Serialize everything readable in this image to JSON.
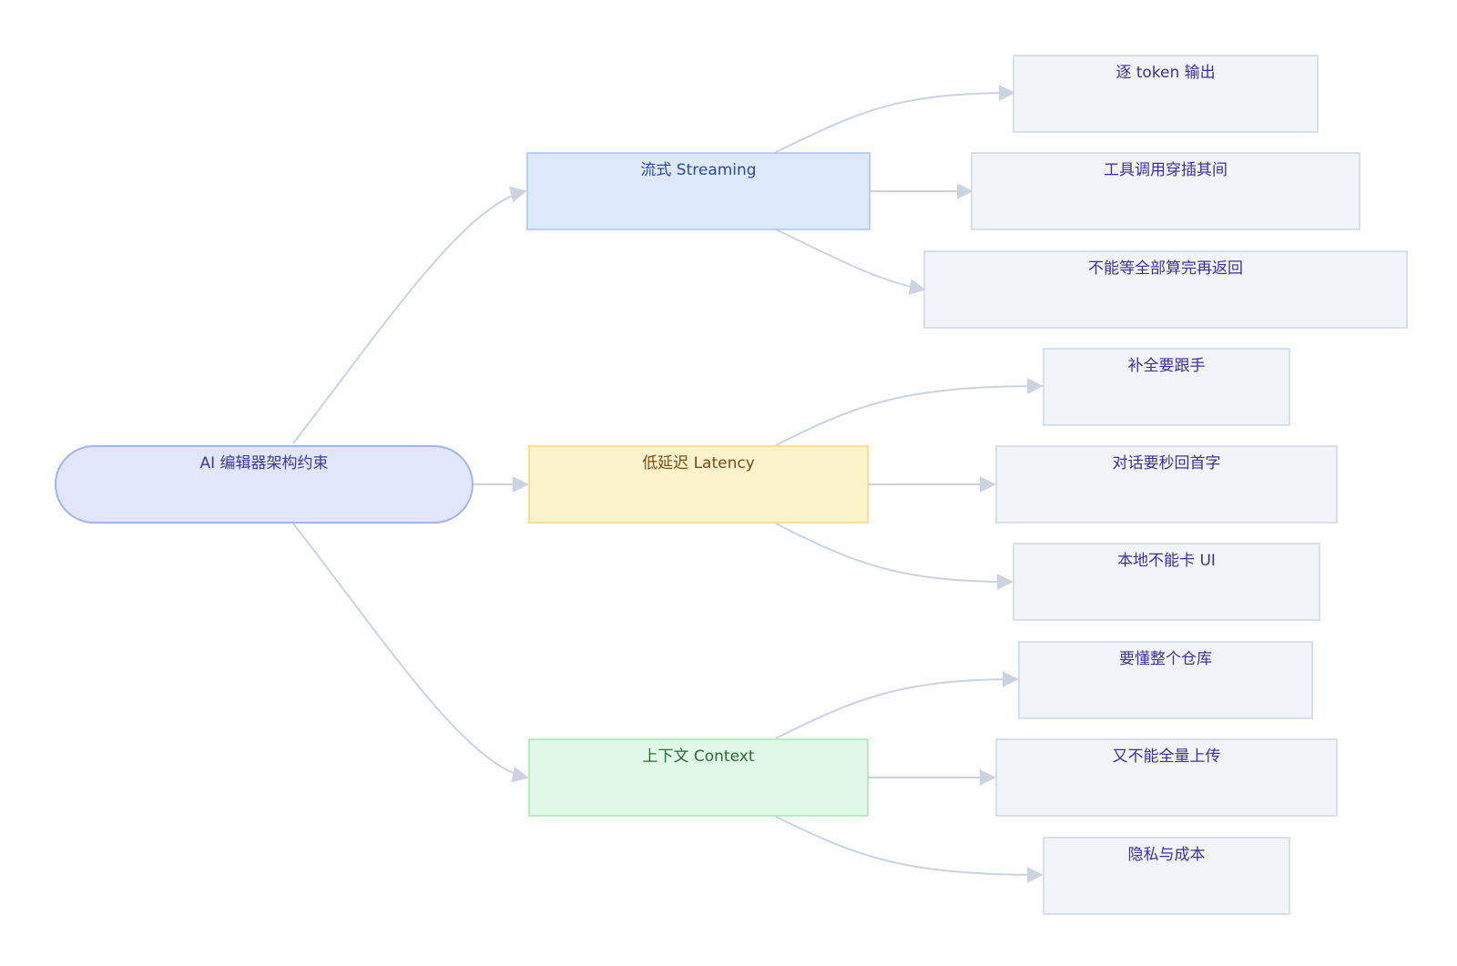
{
  "diagram": {
    "root": {
      "label": "AI 编辑器架构约束"
    },
    "branches": [
      {
        "label": "流式 Streaming",
        "children": [
          "逐 token 输出",
          "工具调用穿插其间",
          "不能等全部算完再返回"
        ]
      },
      {
        "label": "低延迟 Latency",
        "children": [
          "补全要跟手",
          "对话要秒回首字",
          "本地不能卡 UI"
        ]
      },
      {
        "label": "上下文 Context",
        "children": [
          "要懂整个仓库",
          "又不能全量上传",
          "隐私与成本"
        ]
      }
    ]
  },
  "colors": {
    "edge": "#ccd2de",
    "root_fill": "#e1e6fb",
    "root_stroke": "#a6b1f0",
    "root_text": "#3b3a99",
    "streaming_fill": "#dee8fb",
    "streaming_stroke": "#a7c6f0",
    "streaming_text": "#2b4a9e",
    "latency_fill": "#fcf3cd",
    "latency_stroke": "#f4d77f",
    "latency_text": "#7a4a14",
    "context_fill": "#e0f8e6",
    "context_stroke": "#a7e6b4",
    "context_text": "#2c6a3a",
    "leaf_fill": "#f1f4f9",
    "leaf_stroke": "#cfd6e3",
    "leaf_text": "#3a3195"
  }
}
